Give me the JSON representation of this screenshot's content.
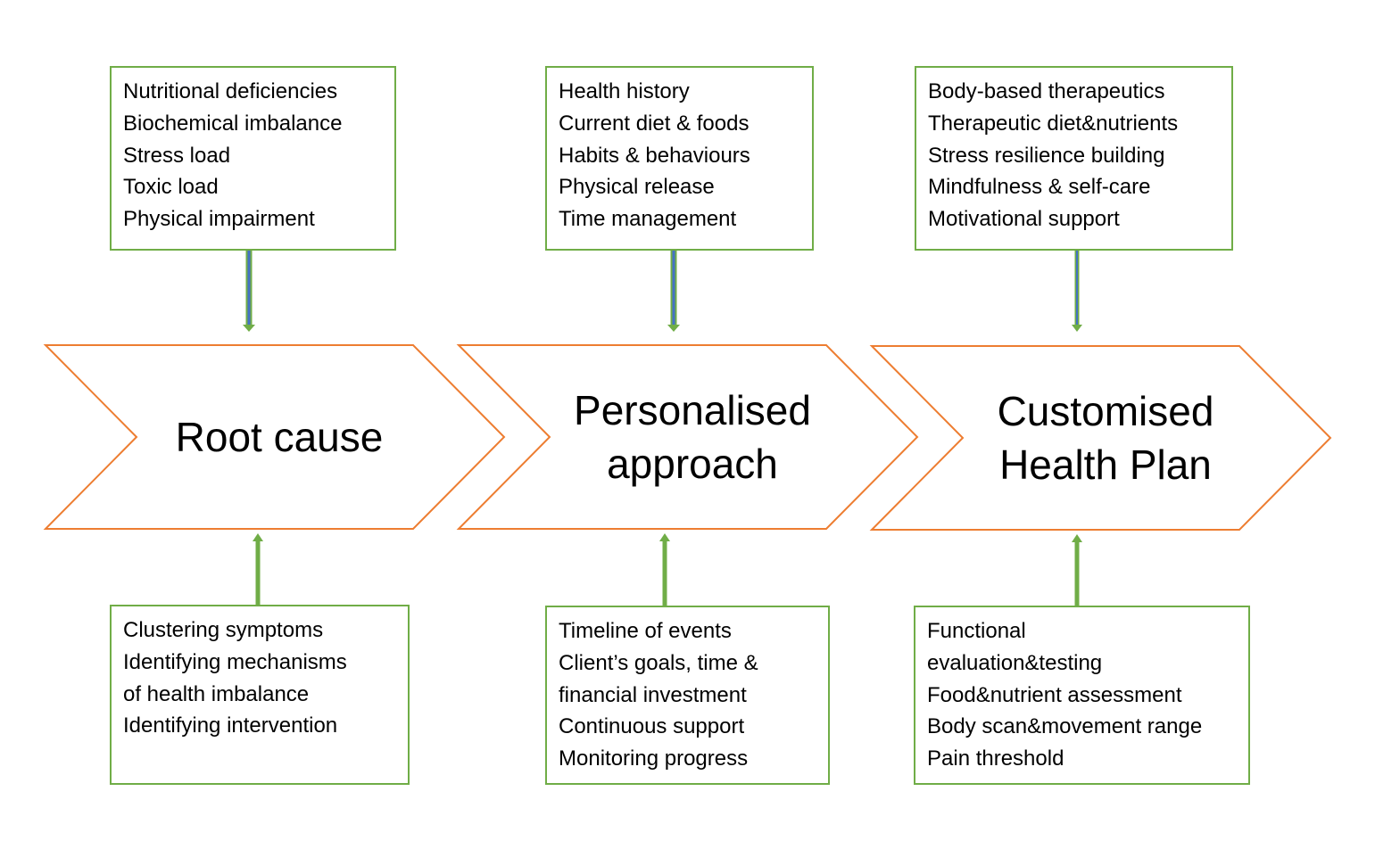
{
  "colors": {
    "chevron_stroke": "#ed7d31",
    "box_border": "#70ad47",
    "arrow_green": "#70ad47",
    "arrow_blue": "#4472c4"
  },
  "stages": [
    {
      "title_lines": [
        "Root cause"
      ],
      "top_items": [
        "Nutritional deficiencies",
        "Biochemical imbalance",
        "Stress load",
        "Toxic load",
        "Physical impairment"
      ],
      "bottom_items": [
        "Clustering symptoms",
        "Identifying mechanisms",
        "of health imbalance",
        "Identifying intervention"
      ]
    },
    {
      "title_lines": [
        "Personalised",
        "approach"
      ],
      "top_items": [
        "Health history",
        "Current diet & foods",
        "Habits & behaviours",
        "Physical release",
        "Time management"
      ],
      "bottom_items": [
        "Timeline of events",
        "Client’s goals, time &",
        "financial investment",
        "Continuous support",
        "Monitoring progress"
      ]
    },
    {
      "title_lines": [
        "Customised",
        "Health Plan"
      ],
      "top_items": [
        "Body-based therapeutics",
        "Therapeutic diet&nutrients",
        "Stress resilience building",
        "Mindfulness & self-care",
        "Motivational support"
      ],
      "bottom_items": [
        "Functional",
        "evaluation&testing",
        "Food&nutrient assessment",
        "Body scan&movement range",
        "Pain threshold"
      ]
    }
  ]
}
